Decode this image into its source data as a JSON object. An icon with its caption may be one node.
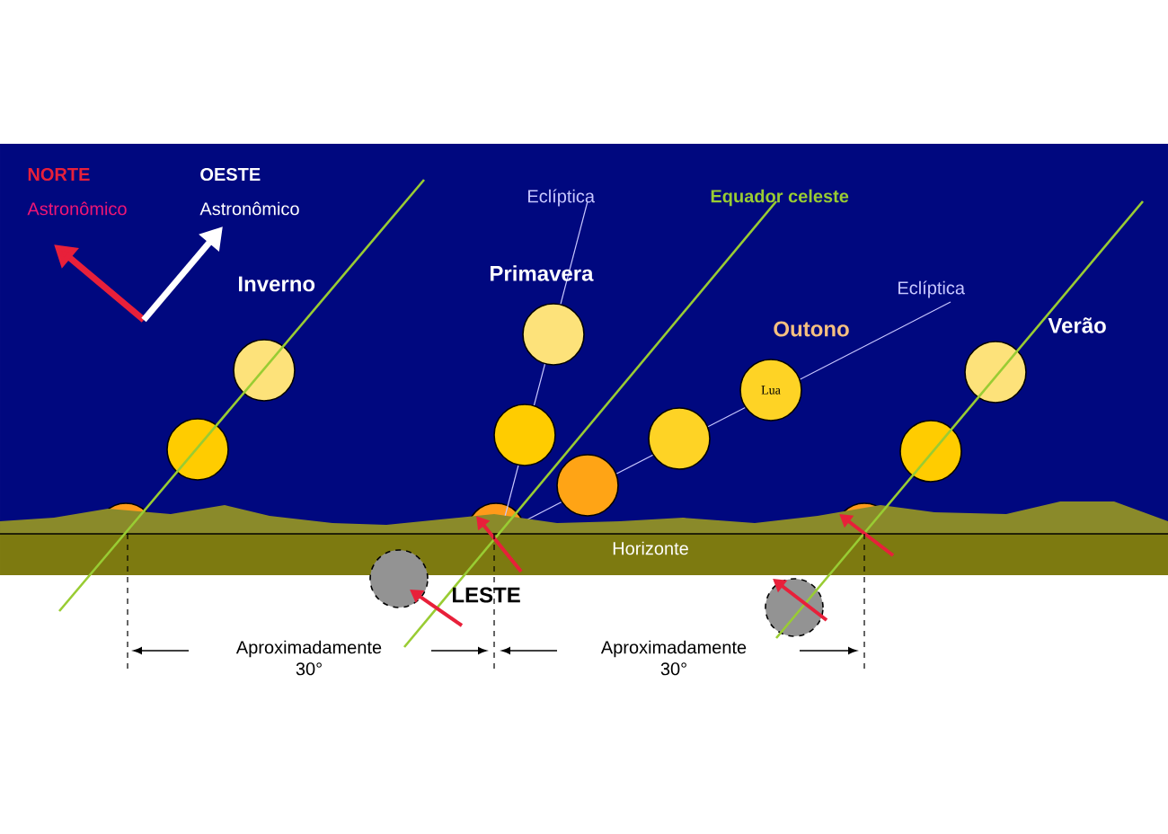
{
  "diagram": {
    "nodes": [
      {
        "text": [
          "Lua"
        ]
      }
    ],
    "labels": [
      "NORTE",
      "Astronômico",
      "OESTE",
      "Astronômico",
      "Inverno",
      "Eclíptica",
      "Primavera",
      "Equador celeste",
      "Eclíptica",
      "Outono",
      "Verão",
      "Horizonte",
      "LESTE",
      "Aproximadamente 30°",
      "Aproximadamente 30°"
    ]
  }
}
